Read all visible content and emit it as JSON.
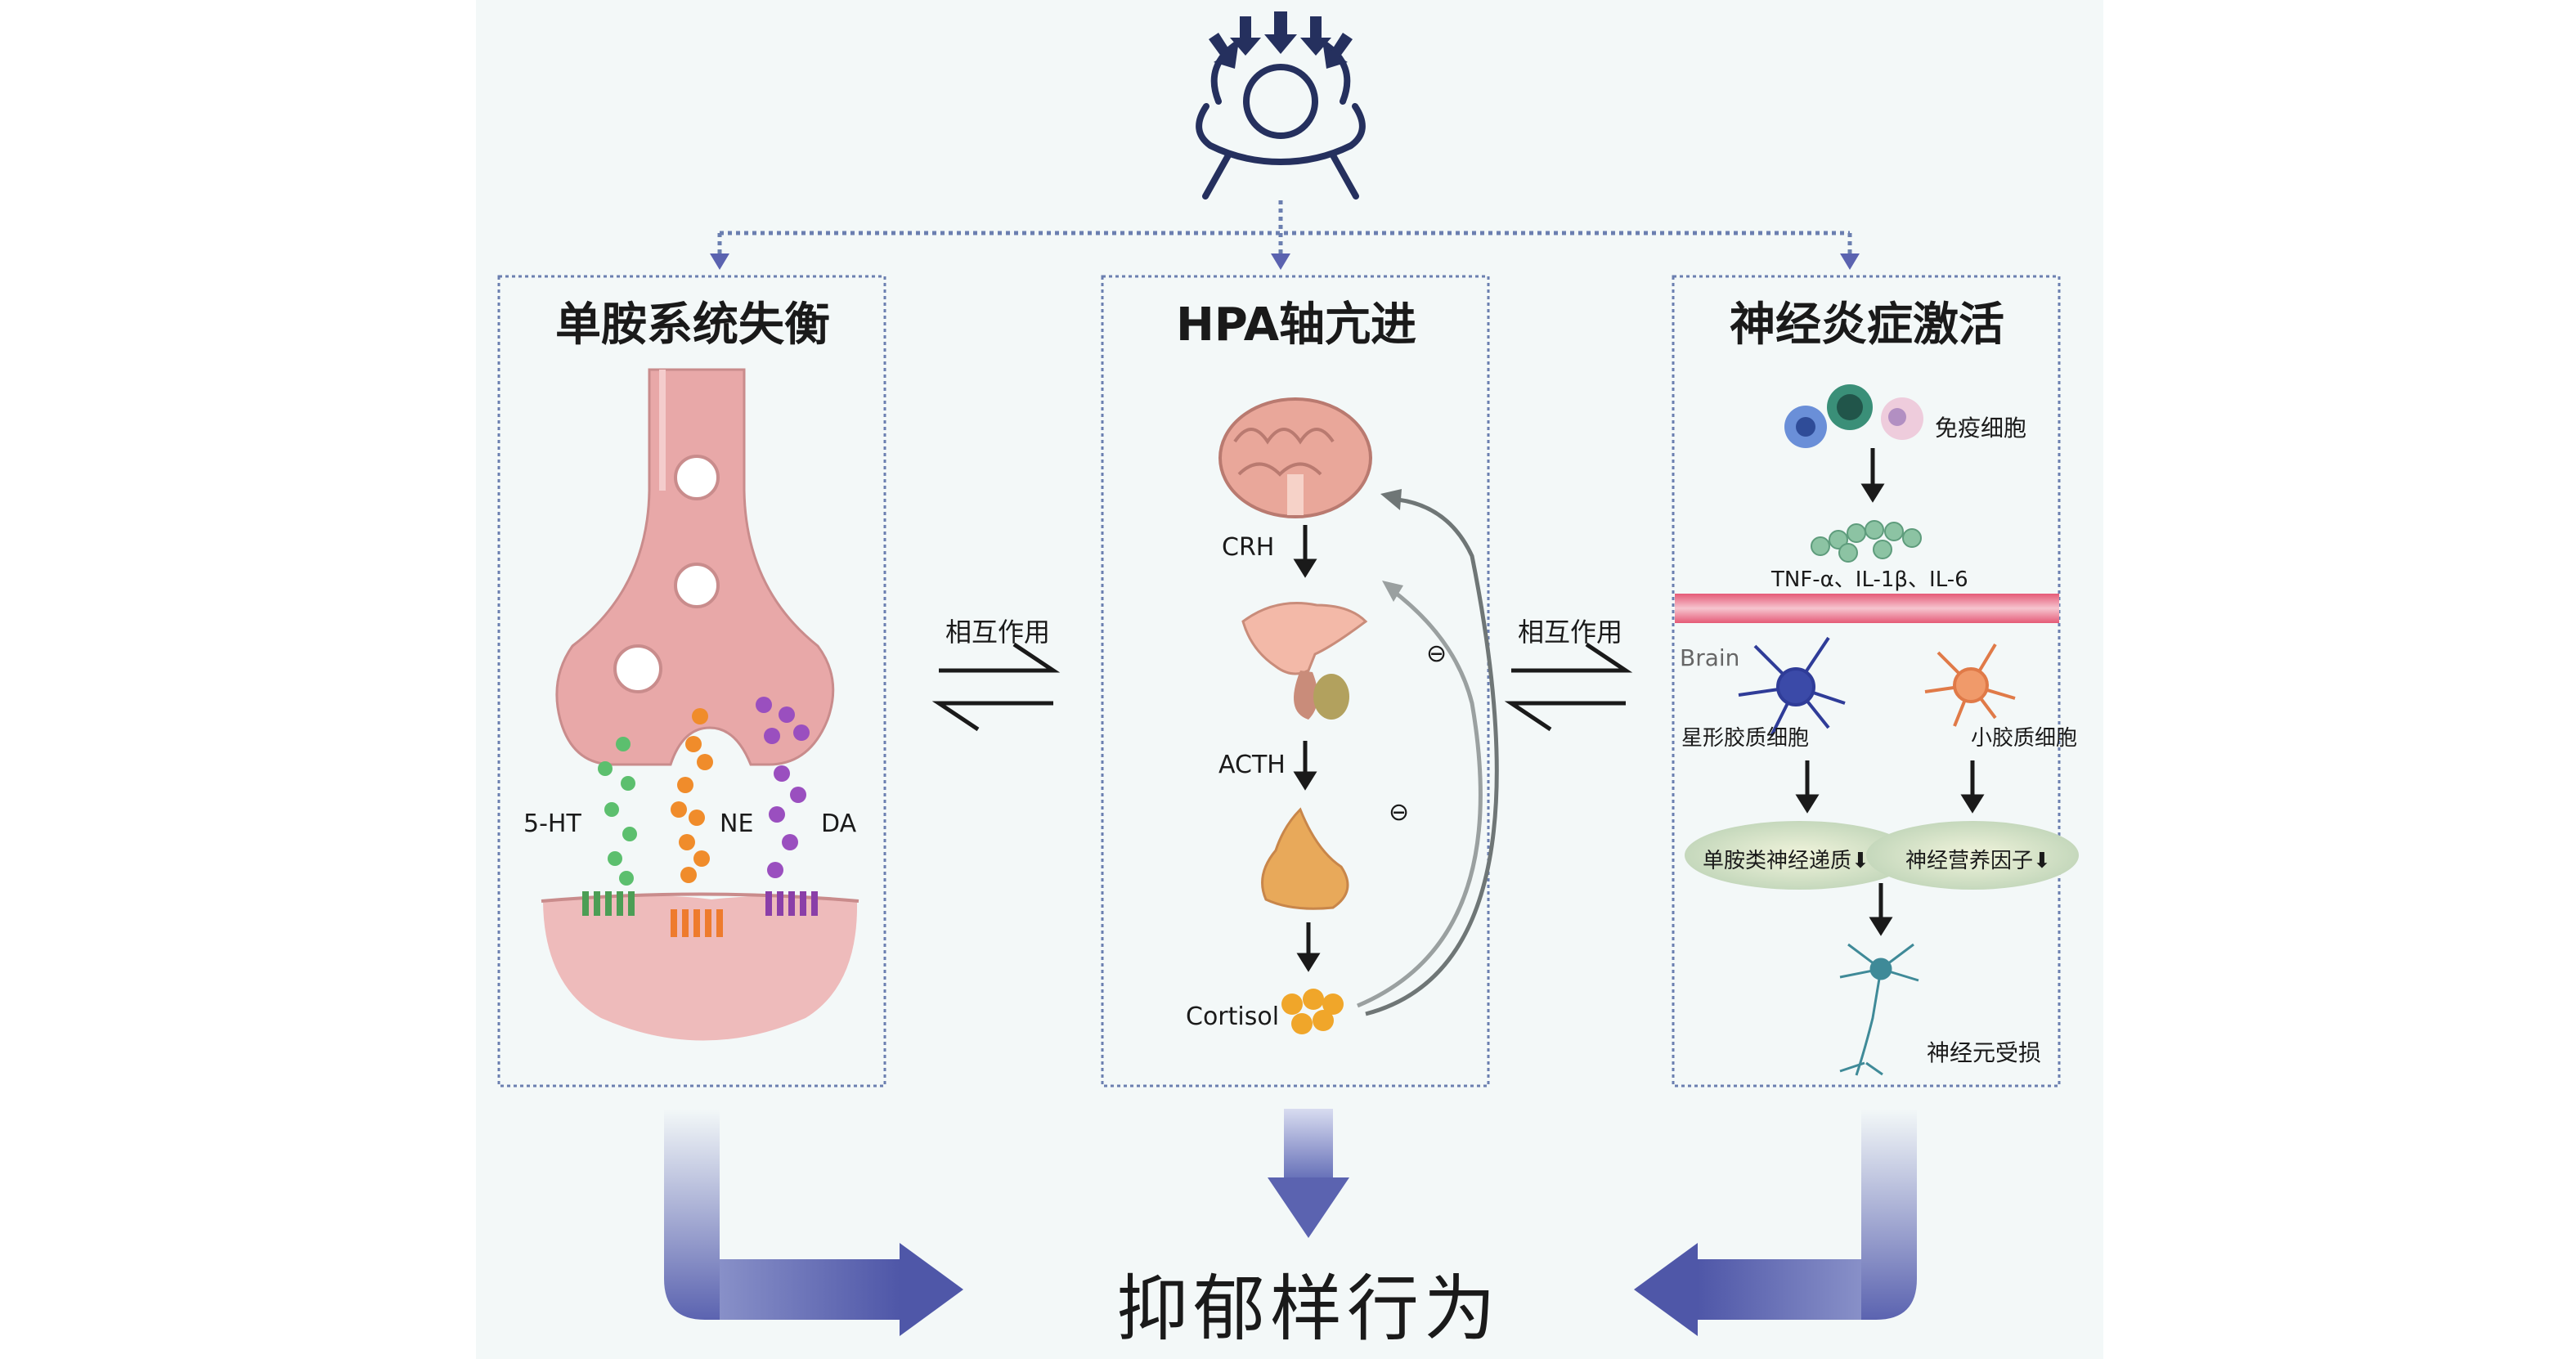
{
  "panels": {
    "left": {
      "title": "单胺系统失衡",
      "labels": {
        "ht": "5-HT",
        "ne": "NE",
        "da": "DA"
      }
    },
    "middle": {
      "title": "HPA轴亢进",
      "labels": {
        "crh": "CRH",
        "acth": "ACTH",
        "cortisol": "Cortisol"
      },
      "minus": "⊖"
    },
    "right": {
      "title": "神经炎症激活",
      "immune": "免疫细胞",
      "cytokines": "TNF-α、IL-1β、IL-6",
      "brain": "Brain",
      "astro": "星形胶质细胞",
      "micro": "小胶质细胞",
      "monoamine": "单胺类神经递质⬇",
      "trophic": "神经营养因子⬇",
      "neuron": "神经元受损"
    }
  },
  "interaction": {
    "left": "相互作用",
    "right": "相互作用"
  },
  "outcome": "抑郁样行为",
  "colors": {
    "arrow": "#5b63b0",
    "synapse": "#e8a8a8",
    "frame": "#6b7fb0"
  }
}
